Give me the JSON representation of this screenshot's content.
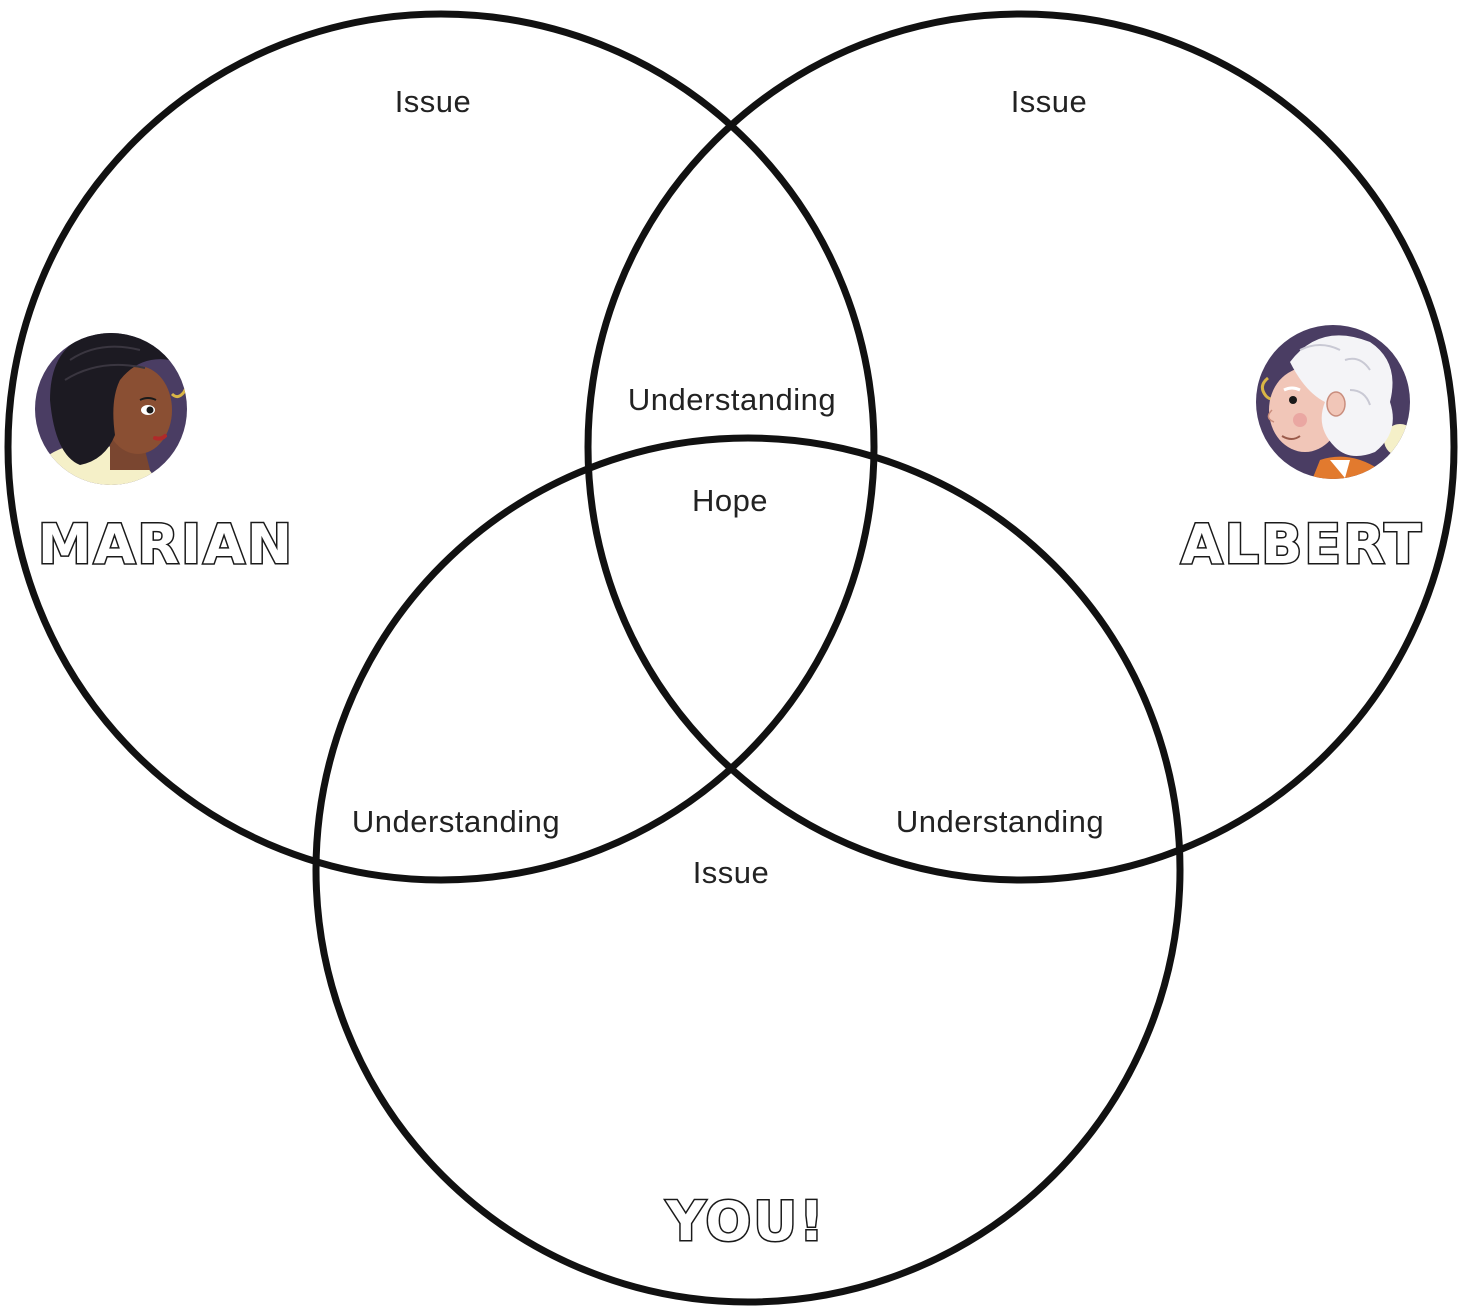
{
  "circles": {
    "marian": {
      "name": "MARIAN",
      "issue_label": "Issue"
    },
    "albert": {
      "name": "ALBERT",
      "issue_label": "Issue"
    },
    "you": {
      "name": "YOU!",
      "issue_label": "Issue"
    }
  },
  "overlaps": {
    "marian_albert": "Understanding",
    "marian_you": "Understanding",
    "albert_you": "Understanding",
    "center": "Hope"
  },
  "colors": {
    "outline": "#111111",
    "portrait_background": "#4a3d63",
    "name_fill": "#ffffff"
  },
  "icons": {
    "marian_portrait": "woman-portrait-icon",
    "albert_portrait": "man-portrait-icon"
  }
}
